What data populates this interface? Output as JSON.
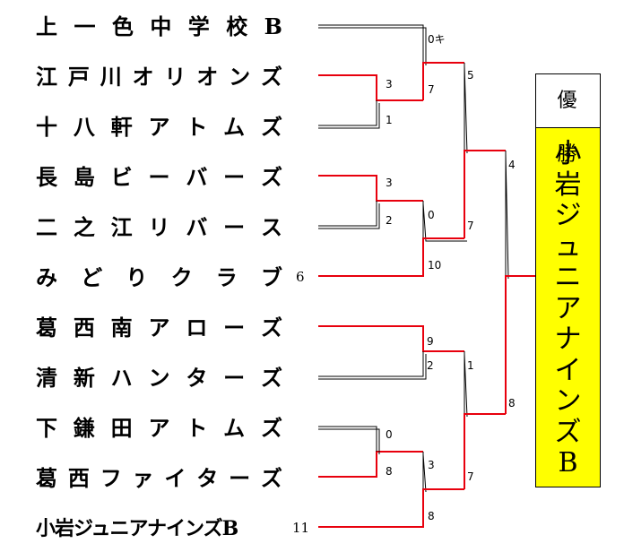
{
  "teams": [
    "上一色中学校B",
    "江戸川オリオンズ",
    "十八軒アトムズ",
    "長島ビーバーズ",
    "二之江リバース",
    "みどりクラブ",
    "葛西南アローズ",
    "清新ハンターズ",
    "下鎌田アトムズ",
    "葛西ファイターズ",
    "小岩ジュニアナインズB"
  ],
  "seed_scores": [
    "6",
    "11"
  ],
  "scores": {
    "r1_a": [
      "3",
      "1"
    ],
    "r1_b": [
      "3",
      "2"
    ],
    "r1_c": [
      "9",
      "2"
    ],
    "r1_d": [
      "0",
      "8"
    ],
    "r2_a": [
      "0キ",
      "7"
    ],
    "r2_b": [
      "0",
      "10"
    ],
    "r2_c": [
      "3",
      "8"
    ],
    "qf_a": [
      "5",
      "7"
    ],
    "qf_b": [
      "1",
      "7"
    ],
    "final": [
      "4",
      "8"
    ]
  },
  "winner": {
    "header": "優 勝",
    "name": "小岩ジュニアナインズB"
  },
  "colors": {
    "win": "#e8000d",
    "lose": "#000000",
    "winner_box": "#ffff00"
  }
}
